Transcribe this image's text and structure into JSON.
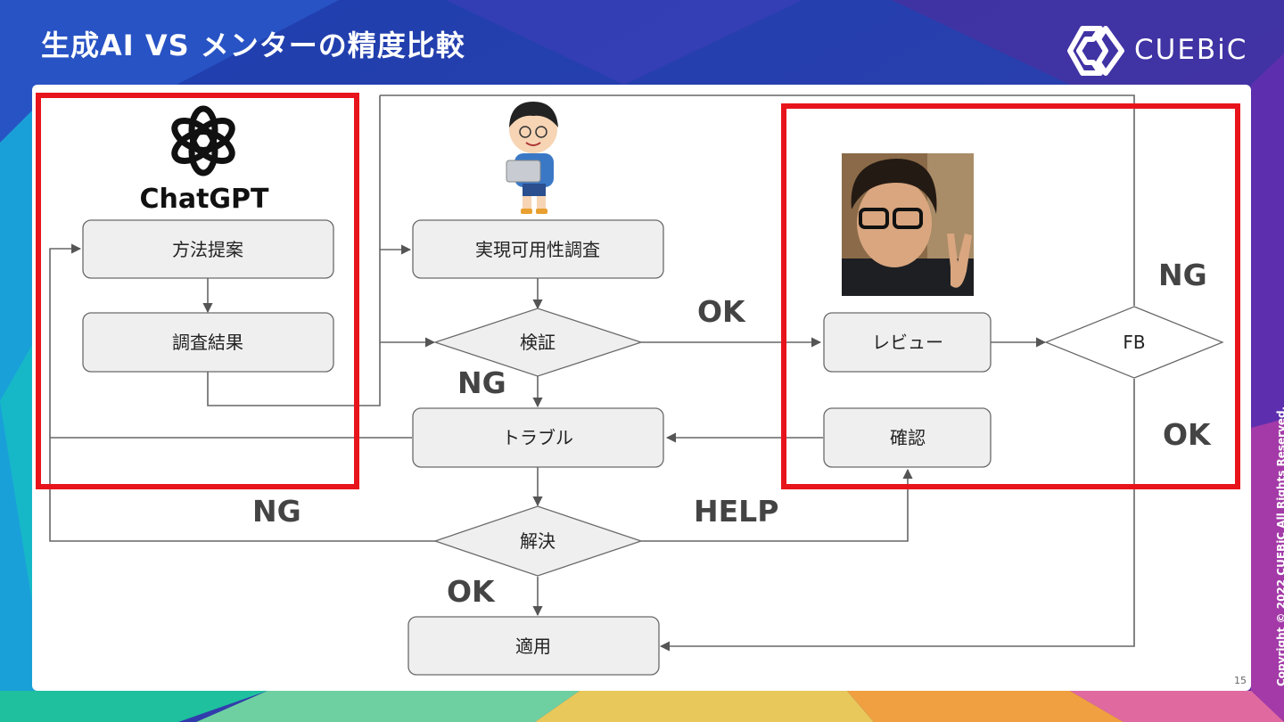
{
  "slide": {
    "title": "生成AI VS メンターの精度比較",
    "brand": "CUEBiC",
    "copyright": "Copyright © 2022 CUEBiC All Rights Reserved.",
    "page_number": "15"
  },
  "chatgpt_logo_text": "ChatGPT",
  "nodes": {
    "method": "方法提案",
    "result": "調査結果",
    "feasibility": "実現可用性調査",
    "verify": "検証",
    "trouble": "トラブル",
    "resolve": "解決",
    "apply": "適用",
    "review": "レビュー",
    "fb": "FB",
    "confirm": "確認"
  },
  "labels": {
    "verify_ok": "OK",
    "verify_ng": "NG",
    "fb_ng": "NG",
    "fb_ok": "OK",
    "resolve_ng": "NG",
    "resolve_help": "HELP",
    "resolve_ok": "OK"
  },
  "colors": {
    "highlight": "#e8141b",
    "node_fill": "#efefef",
    "node_stroke": "#6a6a6a"
  }
}
